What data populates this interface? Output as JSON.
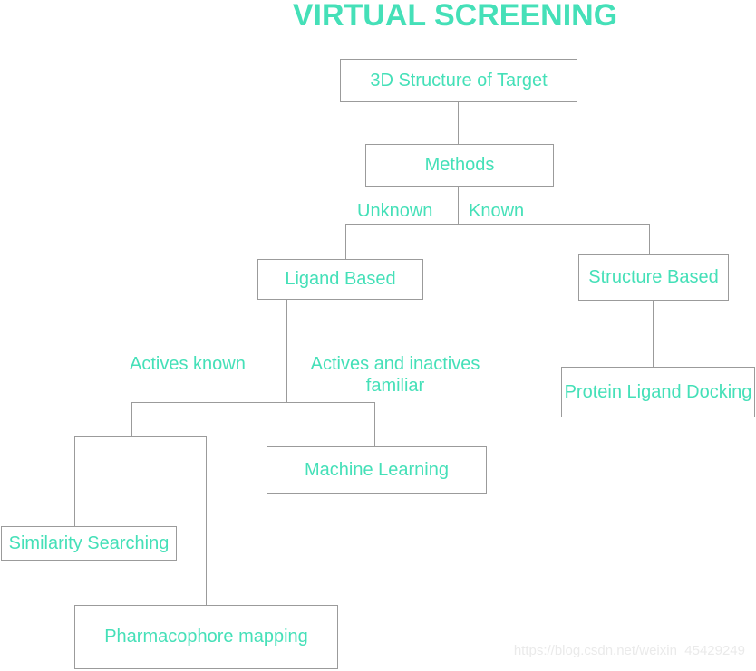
{
  "title": "VIRTUAL SCREENING",
  "nodes": {
    "target": "3D Structure of Target",
    "methods": "Methods",
    "ligand": "Ligand Based",
    "structure": "Structure Based",
    "docking": "Protein Ligand Docking",
    "ml": "Machine Learning",
    "similarity": "Similarity Searching",
    "pharmacophore": "Pharmacophore mapping"
  },
  "branch_labels": {
    "unknown": "Unknown",
    "known": "Known",
    "actives_known": "Actives known",
    "actives_inactives": "Actives and inactives familiar"
  },
  "watermark": "https://blog.csdn.net/weixin_45429249",
  "colors": {
    "accent": "#45e0b8",
    "line": "#9b9b9b",
    "watermark": "#eaeaea",
    "background": "#ffffff"
  }
}
